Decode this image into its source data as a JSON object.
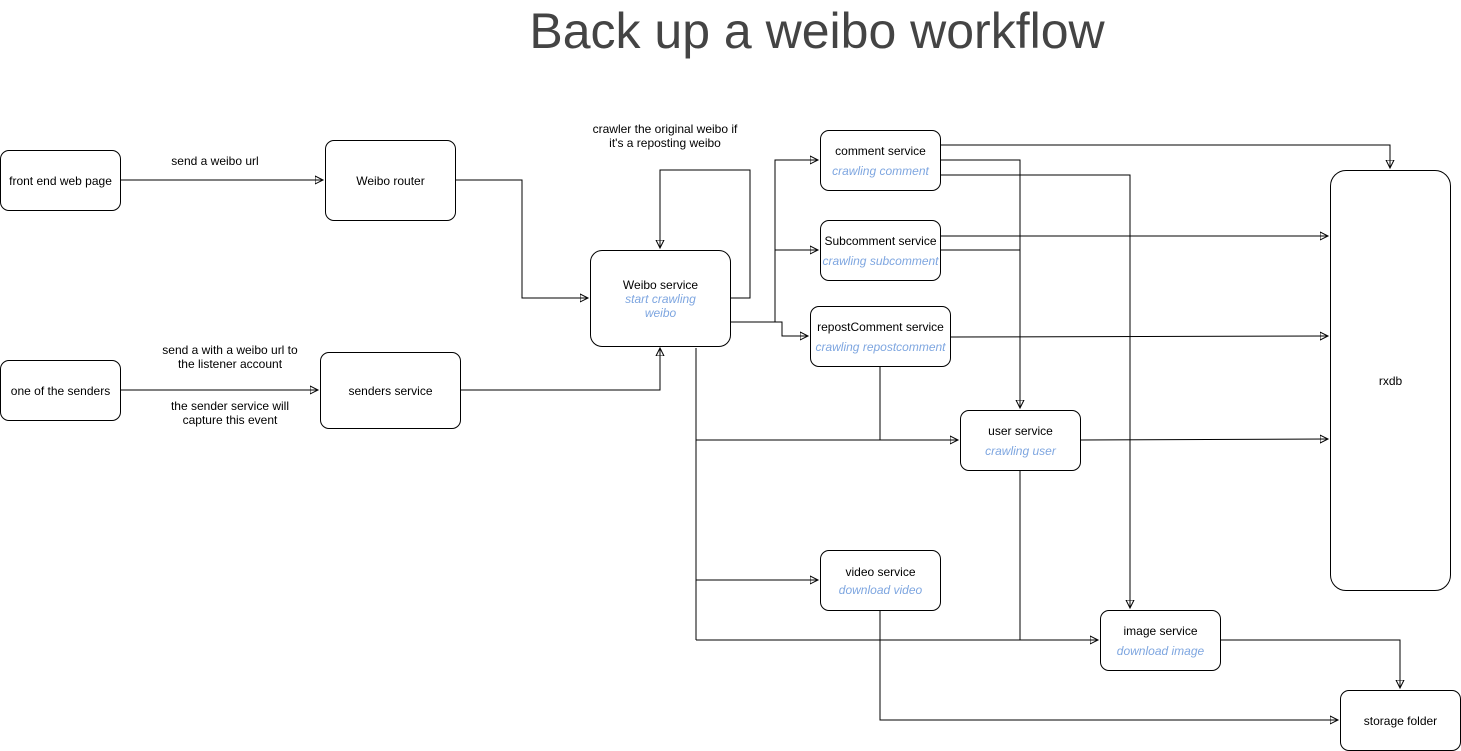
{
  "title": "Back up a weibo workflow",
  "nodes": {
    "front_end": {
      "label": "front end web page"
    },
    "weibo_router": {
      "label": "Weibo router"
    },
    "one_sender": {
      "label": "one of the senders"
    },
    "senders_service": {
      "label": "senders service"
    },
    "weibo_service": {
      "label": "Weibo service",
      "sub": "start crawling weibo"
    },
    "comment_service": {
      "label": "comment service",
      "sub": "crawling comment"
    },
    "subcomment_service": {
      "label": "Subcomment service",
      "sub": "crawling subcomment"
    },
    "repost_service": {
      "label": "repostComment service",
      "sub": "crawling repostcomment"
    },
    "user_service": {
      "label": "user service",
      "sub": "crawling user"
    },
    "video_service": {
      "label": "video service",
      "sub": "download video"
    },
    "image_service": {
      "label": "image service",
      "sub": "download image"
    },
    "rxdb": {
      "label": "rxdb"
    },
    "storage": {
      "label": "storage folder"
    }
  },
  "edge_labels": {
    "send_url": "send a weibo url",
    "send_with_url": "send a with a weibo url to the listener account",
    "capture_event": "the sender service will capture this event",
    "crawler_original": "crawler  the original weibo if it's a reposting weibo"
  }
}
